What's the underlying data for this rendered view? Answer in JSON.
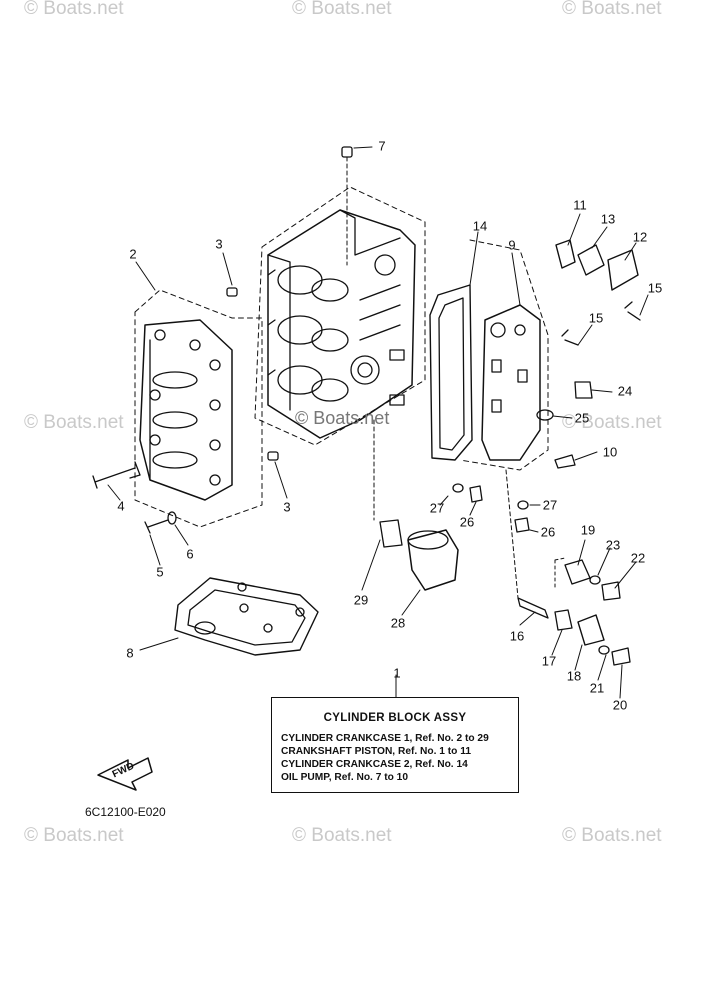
{
  "watermark": "© Boats.net",
  "center_watermark": "© Boats.net",
  "callouts": {
    "c1": "1",
    "c2": "2",
    "c3a": "3",
    "c3b": "3",
    "c4": "4",
    "c5": "5",
    "c6": "6",
    "c7": "7",
    "c8": "8",
    "c9": "9",
    "c10": "10",
    "c11": "11",
    "c12": "12",
    "c13": "13",
    "c14": "14",
    "c15a": "15",
    "c15b": "15",
    "c16": "16",
    "c17": "17",
    "c18": "18",
    "c19": "19",
    "c20": "20",
    "c21": "21",
    "c22": "22",
    "c23": "23",
    "c24": "24",
    "c25": "25",
    "c26a": "26",
    "c26b": "26",
    "c27a": "27",
    "c27b": "27",
    "c28": "28",
    "c29": "29"
  },
  "info_box": {
    "title": "CYLINDER BLOCK ASSY",
    "lines": [
      "CYLINDER CRANKCASE 1,  Ref. No. 2 to 29",
      "CRANKSHAFT PISTON,  Ref. No. 1 to 11",
      "CYLINDER CRANKCASE 2,  Ref. No. 14",
      "OIL PUMP,  Ref. No. 7 to 10"
    ]
  },
  "fwd_label": "FWD",
  "diagram_code": "6C12100-E020"
}
